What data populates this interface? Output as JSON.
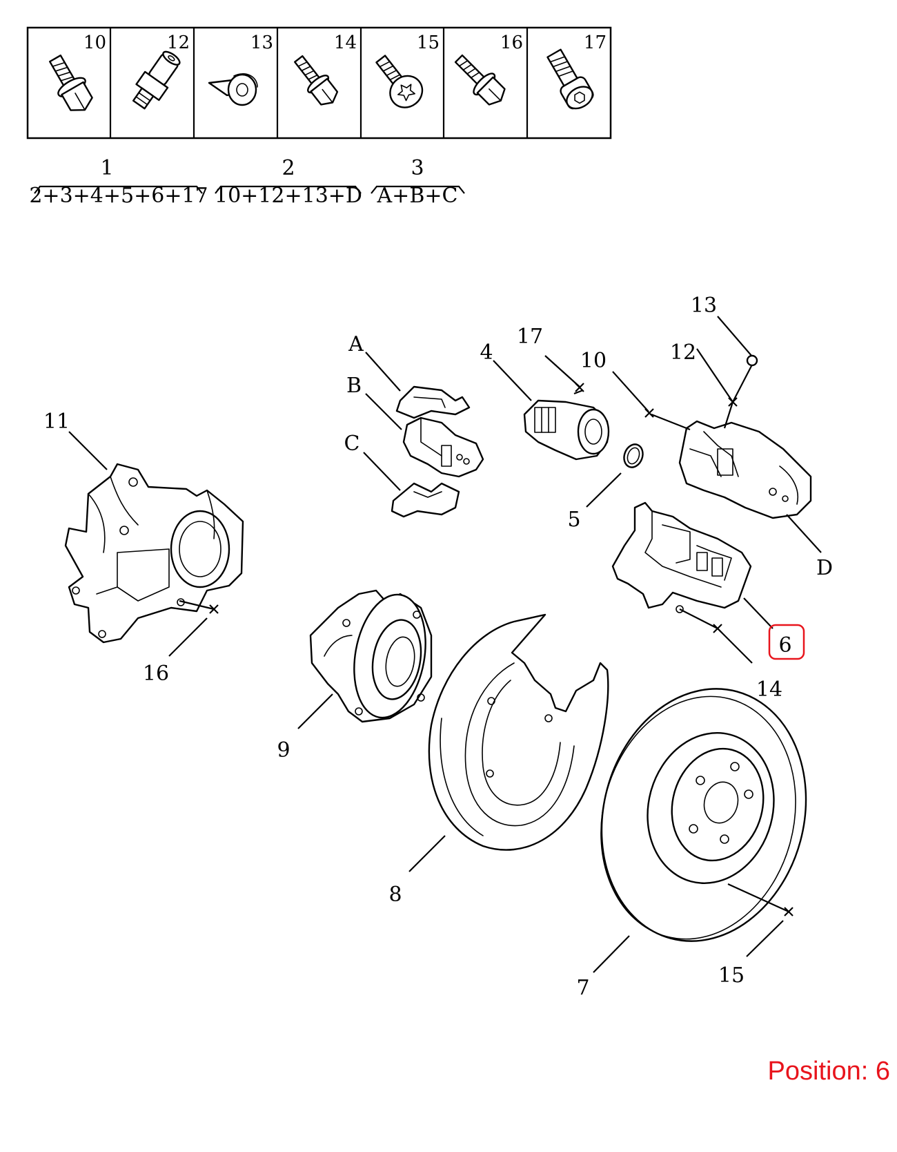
{
  "fastener_table": {
    "cells": [
      {
        "number": "10",
        "icon": "flange-bolt-icon"
      },
      {
        "number": "12",
        "icon": "bleed-valve-icon"
      },
      {
        "number": "13",
        "icon": "bleed-cap-icon"
      },
      {
        "number": "14",
        "icon": "hex-bolt-icon"
      },
      {
        "number": "15",
        "icon": "torx-screw-icon"
      },
      {
        "number": "16",
        "icon": "flange-bolt-long-icon"
      },
      {
        "number": "17",
        "icon": "socket-cap-screw-icon"
      }
    ]
  },
  "kits": [
    {
      "number": "1",
      "contents": "2+3+4+5+6+17"
    },
    {
      "number": "2",
      "contents": "10+12+13+D"
    },
    {
      "number": "3",
      "contents": "A+B+C"
    }
  ],
  "callouts": {
    "A": "A",
    "B": "B",
    "C": "C",
    "D": "D",
    "n4": "4",
    "n5": "5",
    "n6": "6",
    "n7": "7",
    "n8": "8",
    "n9": "9",
    "n10": "10",
    "n11": "11",
    "n12": "12",
    "n13": "13",
    "n14": "14",
    "n15": "15",
    "n16": "16",
    "n17": "17"
  },
  "highlight": {
    "target": "6",
    "color": "#e8141c"
  },
  "position": {
    "text": "Position: 6"
  }
}
